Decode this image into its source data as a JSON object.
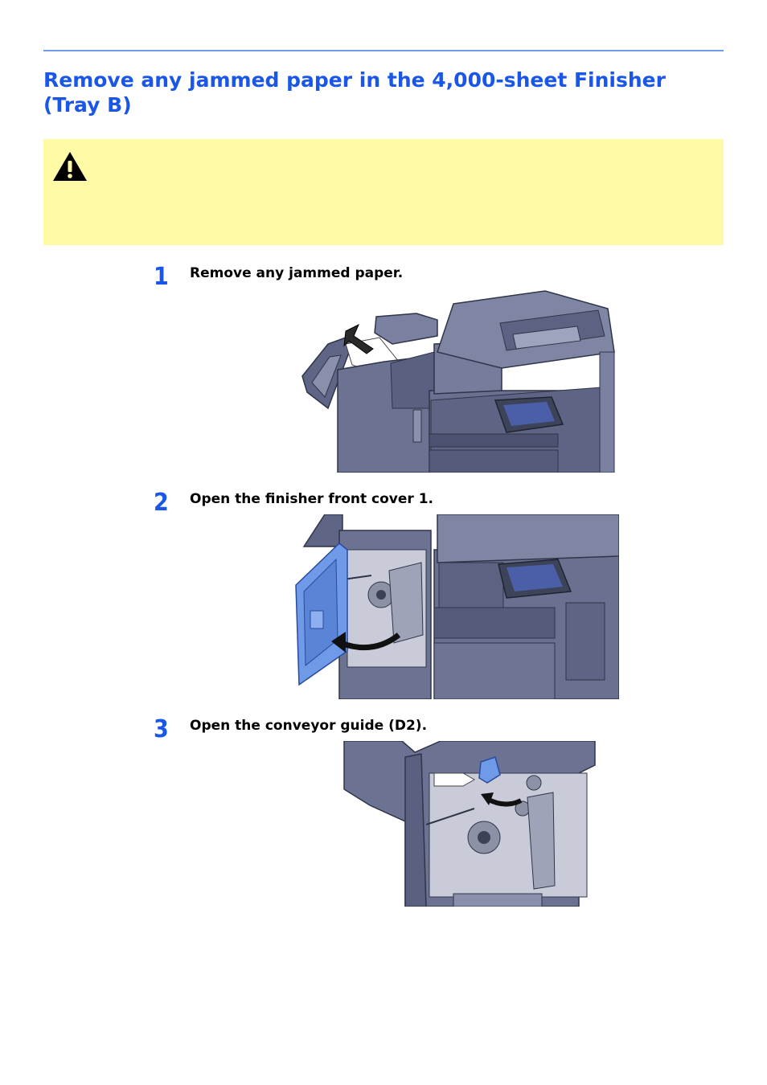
{
  "page": {
    "title": "Remove any jammed paper in the 4,000-sheet Finisher (Tray B)"
  },
  "caution": {
    "icon": "warning-triangle-icon",
    "background_color": "#fffaa6"
  },
  "steps": [
    {
      "number": "1",
      "text": "Remove any jammed paper."
    },
    {
      "number": "2",
      "text": "Open the finisher front cover 1."
    },
    {
      "number": "3",
      "text": "Open the conveyor guide (D2)."
    }
  ],
  "colors": {
    "heading": "#1a56e8",
    "rule": "#6f9be8",
    "machine": "#6c7392",
    "highlight_part": "#6f9ae8"
  }
}
